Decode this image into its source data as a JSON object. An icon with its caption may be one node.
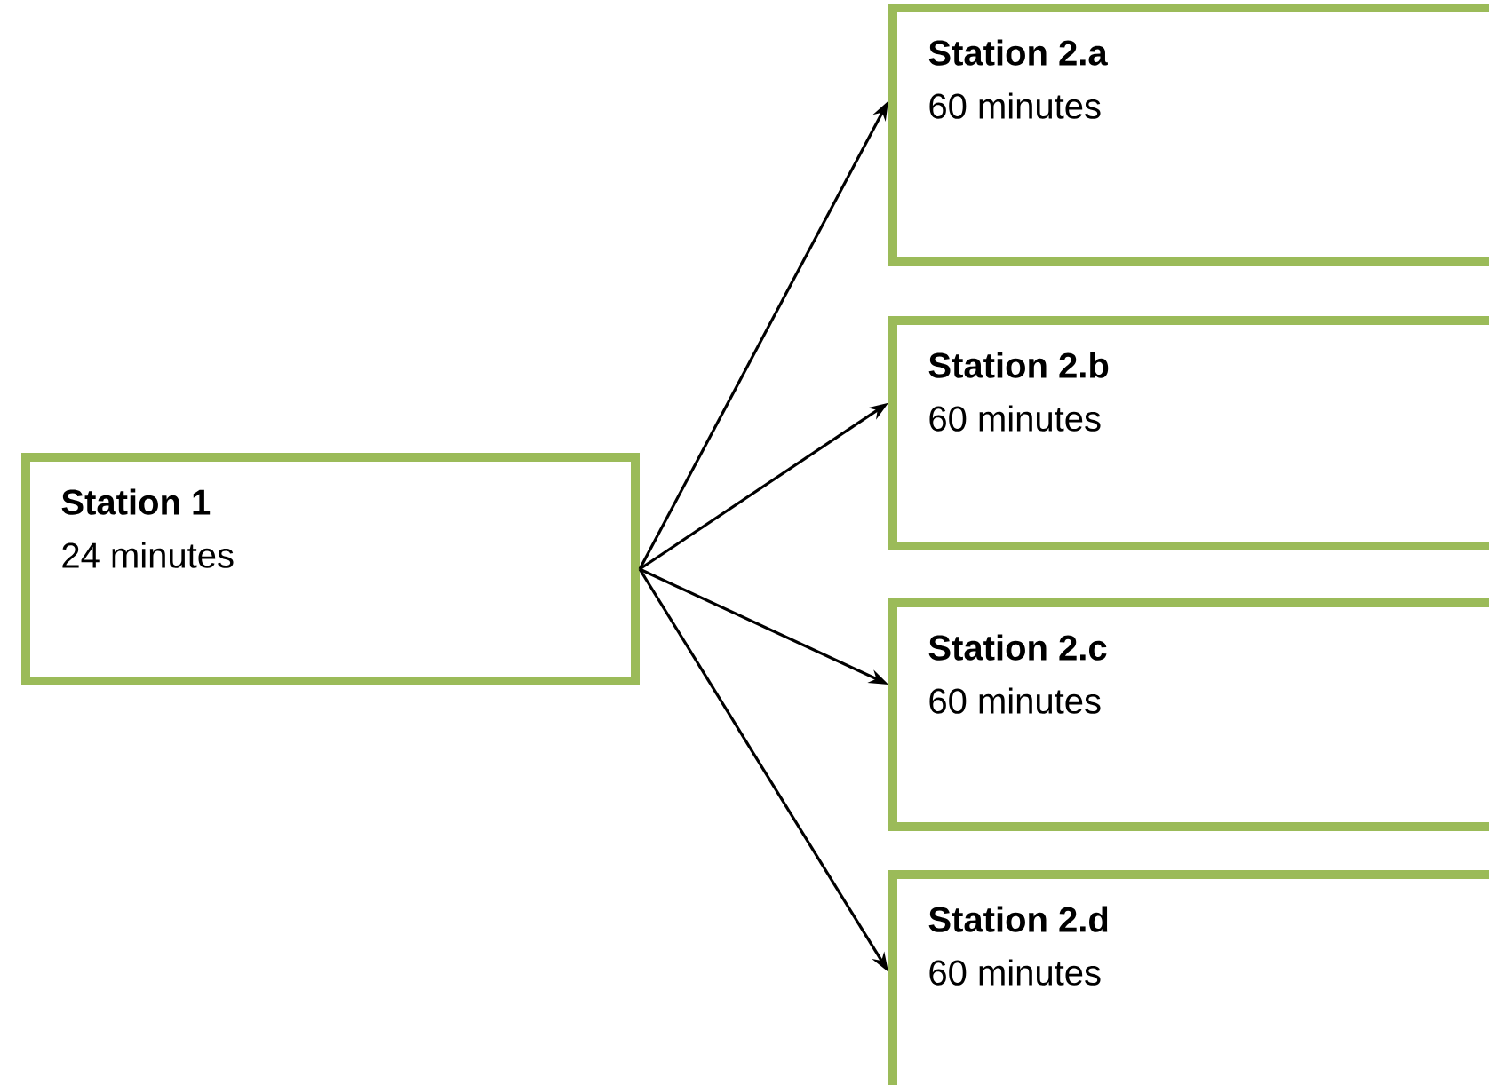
{
  "diagram": {
    "nodes": [
      {
        "text": [
          "Station 1",
          "24 minutes"
        ]
      },
      {
        "text": [
          "Station 2.a",
          "60 minutes"
        ]
      },
      {
        "text": [
          "Station 2.b",
          "60 minutes"
        ]
      },
      {
        "text": [
          "Station 2.c",
          "60 minutes"
        ]
      },
      {
        "text": [
          "Station 2.d",
          "60 minutes"
        ]
      }
    ],
    "edges": [
      {
        "from": 0,
        "to": 1,
        "arrow": "to"
      },
      {
        "from": 0,
        "to": 2,
        "arrow": "to"
      },
      {
        "from": 0,
        "to": 3,
        "arrow": "to"
      },
      {
        "from": 0,
        "to": 4,
        "arrow": "to"
      }
    ]
  }
}
